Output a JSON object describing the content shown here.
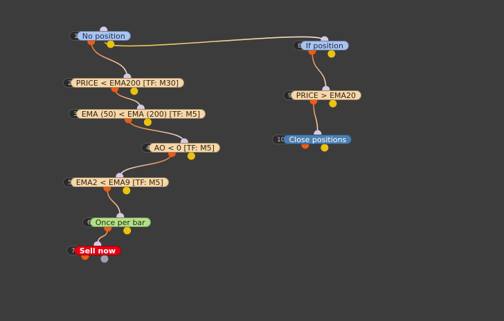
{
  "colors": {
    "background": "#3c3c3c",
    "input_port": "#d7c9e3",
    "output_port_main": "#ec5c12",
    "output_port_alt": "#ecc20d",
    "output_port_disabled": "#a39cab",
    "wire_main": "#e8742a",
    "wire_alt": "#e9c23a"
  },
  "nodes": [
    {
      "id": 1,
      "number": "1",
      "label": "No position",
      "style": "blue"
    },
    {
      "id": 2,
      "number": "2",
      "label": "PRICE < EMA200 [TF: M30]",
      "style": "tan"
    },
    {
      "id": 3,
      "number": "3",
      "label": "EMA (50) < EMA (200) [TF: M5]",
      "style": "tan"
    },
    {
      "id": 4,
      "number": "4",
      "label": "AO < 0 [TF: M5]",
      "style": "tan"
    },
    {
      "id": 5,
      "number": "5",
      "label": "EMA2 < EMA9 [TF: M5]",
      "style": "tan"
    },
    {
      "id": 6,
      "number": "6",
      "label": "Once per bar",
      "style": "green"
    },
    {
      "id": 7,
      "number": "7",
      "label": "Sell now",
      "style": "red"
    },
    {
      "id": 8,
      "number": "8",
      "label": "If position",
      "style": "blue"
    },
    {
      "id": 9,
      "number": "9",
      "label": "PRICE > EMA20",
      "style": "tan"
    },
    {
      "id": 10,
      "number": "10",
      "label": "Close positions",
      "style": "steel"
    }
  ],
  "connections": [
    {
      "from": 1,
      "port": "main",
      "to": 2
    },
    {
      "from": 1,
      "port": "alt",
      "to": 8
    },
    {
      "from": 2,
      "port": "main",
      "to": 3
    },
    {
      "from": 3,
      "port": "main",
      "to": 4
    },
    {
      "from": 4,
      "port": "main",
      "to": 5
    },
    {
      "from": 5,
      "port": "main",
      "to": 6
    },
    {
      "from": 6,
      "port": "main",
      "to": 7
    },
    {
      "from": 8,
      "port": "main",
      "to": 9
    },
    {
      "from": 9,
      "port": "main",
      "to": 10
    }
  ]
}
